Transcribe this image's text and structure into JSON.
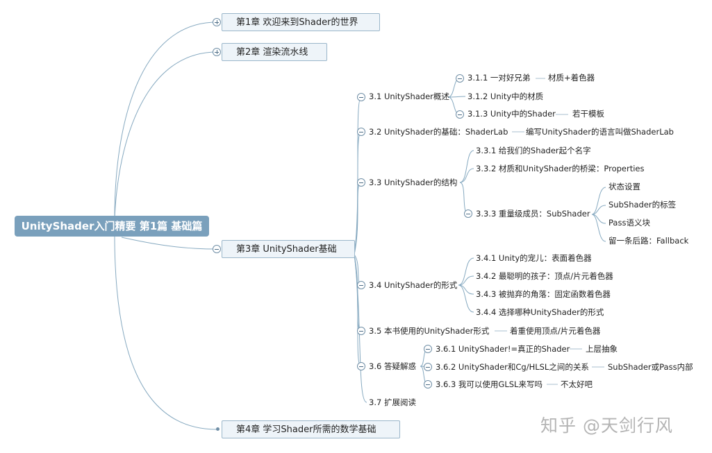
{
  "root": "UnityShader入门精要 第1篇 基础篇",
  "chapters": {
    "ch1": "第1章 欢迎来到Shader的世界",
    "ch2": "第2章 渲染流水线",
    "ch3": "第3章 UnityShader基础",
    "ch4": "第4章 学习Shader所需的数学基础"
  },
  "sections": {
    "s31": "3.1 UnityShader概述",
    "s311": "3.1.1 一对好兄弟",
    "s311n": "材质+着色器",
    "s312": "3.1.2 Unity中的材质",
    "s313": "3.1.3 Unity中的Shader",
    "s313n": "若干模板",
    "s32": "3.2 UnityShader的基础：ShaderLab",
    "s32n": "编写UnityShader的语言叫做ShaderLab",
    "s33": "3.3 UnityShader的结构",
    "s331": "3.3.1 给我们的Shader起个名字",
    "s332": "3.3.2 材质和UnityShader的桥梁：Properties",
    "s333": "3.3.3 重量级成员：SubShader",
    "s333a": "状态设置",
    "s333b": "SubShader的标签",
    "s333c": "Pass语义块",
    "s333d": "留一条后路：Fallback",
    "s34": "3.4 UnityShader的形式",
    "s341": "3.4.1 Unity的宠儿：表面着色器",
    "s342": "3.4.2 最聪明的孩子：顶点/片元着色器",
    "s343": "3.4.3 被抛弃的角落：固定函数着色器",
    "s344": "3.4.4 选择哪种UnityShader的形式",
    "s35": "3.5 本书使用的UnityShader形式",
    "s35n": "着重使用顶点/片元着色器",
    "s36": "3.6 答疑解惑",
    "s361": "3.6.1 UnityShader!=真正的Shader",
    "s361n": "上层抽象",
    "s362": "3.6.2 UnityShader和Cg/HLSL之间的关系",
    "s362n": "SubShader或Pass内部",
    "s363": "3.6.3 我可以使用GLSL来写吗",
    "s363n": "不太好吧",
    "s37": "3.7 扩展阅读"
  },
  "watermark": "知乎 @天剑行风",
  "colors": {
    "root_fill": "#7aa0bc",
    "chapter_fill": "#eef4f9",
    "chapter_border": "#9ab6ca",
    "connector": "#86a9c0",
    "watermark": "#b4b4b4"
  }
}
